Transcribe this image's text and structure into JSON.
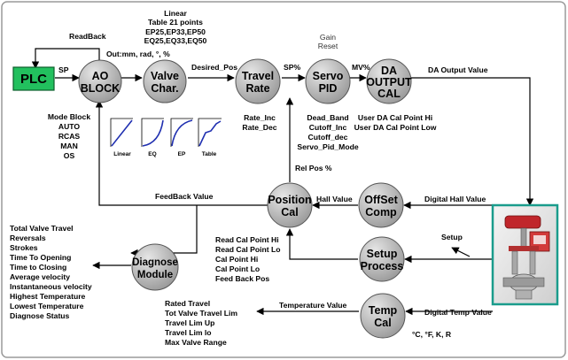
{
  "nodes": {
    "plc": "PLC",
    "ao_block": [
      "AO",
      "BLOCK"
    ],
    "valve_char": [
      "Valve",
      "Char."
    ],
    "travel_rate": [
      "Travel",
      "Rate"
    ],
    "servo_pid": [
      "Servo",
      "PID"
    ],
    "da_output_cal": [
      "DA",
      "OUTPUT",
      "CAL"
    ],
    "position_cal": [
      "Position",
      "Cal"
    ],
    "offset_comp": [
      "OffSet",
      "Comp"
    ],
    "setup_process": [
      "Setup",
      "Process"
    ],
    "diagnose_module": [
      "Diagnose",
      "Module"
    ],
    "temp_cal": [
      "Temp",
      "Cal"
    ]
  },
  "labels": {
    "readback": "ReadBack",
    "sp": "SP",
    "out_units": "Out:mm, rad, °, %",
    "linear_table": [
      "Linear",
      "Table 21 points",
      "EP25,EP33,EP50",
      "EQ25,EQ33,EQ50"
    ],
    "desired_pos": "Desired_Pos",
    "sp_pct": "SP%",
    "gain_reset": [
      "Gain",
      "Reset"
    ],
    "mv_pct": "MV%",
    "da_output_value": "DA Output Value",
    "mode_block": [
      "Mode Block",
      "AUTO",
      "RCAS",
      "MAN",
      "OS"
    ],
    "rate_params": [
      "Rate_Inc",
      "Rate_Dec"
    ],
    "servo_params": [
      "Dead_Band",
      "Cutoff_Inc",
      "Cutoff_dec",
      "Servo_Pid_Mode"
    ],
    "da_cal_params": [
      "User DA Cal Point Hi",
      "User DA Cal Point Low"
    ],
    "rel_pos": "Rel Pos %",
    "feedback_value": "FeedBack Value",
    "hall_value": "Hall Value",
    "digital_hall_value": "Digital Hall Value",
    "setup": "Setup",
    "cal_points": [
      "Read Cal Point Hi",
      "Read Cal Point Lo",
      "Cal Point Hi",
      "Cal Point Lo",
      "Feed Back Pos"
    ],
    "diag_outputs": [
      "Total Valve Travel",
      "Reversals",
      "Strokes",
      "Time To Opening",
      "Time to Closing",
      "Average velocity",
      "Instantaneous velocity",
      "Highest Temperature",
      "Lowest Temperature",
      "Diagnose Status"
    ],
    "rated_params": [
      "Rated Travel",
      "Tot Valve Travel Lim",
      "Travel Lim Up",
      "Travel Lim lo",
      "Max Valve Range"
    ],
    "temperature_value": "Temperature Value",
    "digital_temp_value": "Digital Temp Value",
    "temp_units": "°C, °F, K, R"
  },
  "curves": [
    "Linear",
    "EQ",
    "EP",
    "Table"
  ],
  "colors": {
    "node_fill": "#b9b9b9",
    "plc_fill": "#22c05e",
    "curve_color": "#1f2fb0",
    "device_border": "#1a9c8c"
  }
}
